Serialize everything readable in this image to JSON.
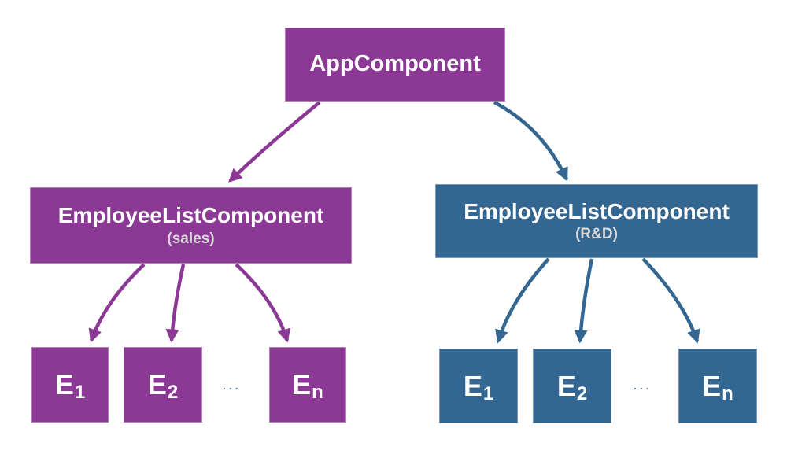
{
  "diagram": {
    "background": "#ffffff",
    "colors": {
      "purple": "#8c3996",
      "blue": "#336690",
      "subtitle_text": "#d9d9d9",
      "node_text": "#ffffff",
      "ellipsis": "#4d7aac"
    },
    "root": {
      "label": "AppComponent"
    },
    "branches": [
      {
        "label": "EmployeeListComponent",
        "sublabel": "(sales)",
        "ellipsis": "...",
        "children": [
          {
            "base": "E",
            "sub": "1"
          },
          {
            "base": "E",
            "sub": "2"
          },
          {
            "base": "E",
            "sub": "n"
          }
        ]
      },
      {
        "label": "EmployeeListComponent",
        "sublabel": "(R&D)",
        "ellipsis": "...",
        "children": [
          {
            "base": "E",
            "sub": "1"
          },
          {
            "base": "E",
            "sub": "2"
          },
          {
            "base": "E",
            "sub": "n"
          }
        ]
      }
    ]
  }
}
